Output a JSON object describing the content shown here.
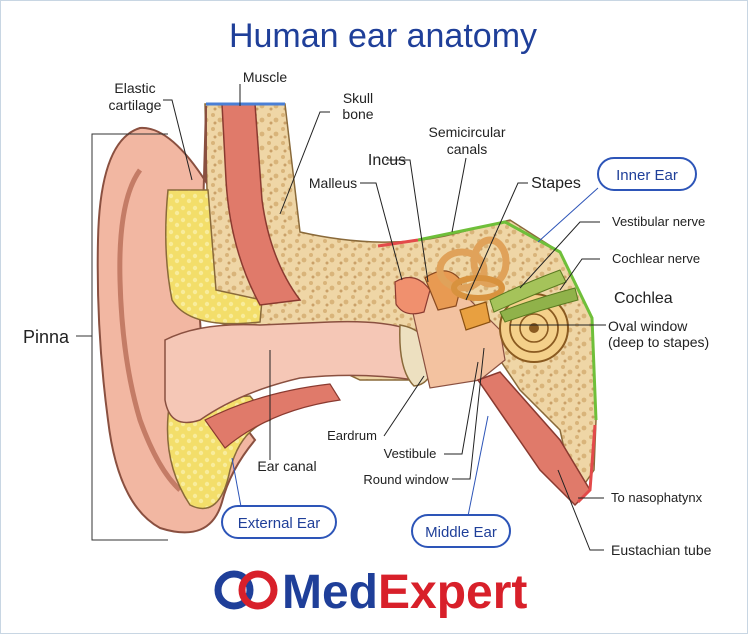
{
  "title": "Human ear anatomy",
  "labels": {
    "elastic_cartilage_1": "Elastic",
    "elastic_cartilage_2": "cartilage",
    "muscle": "Muscle",
    "skull_1": "Skull",
    "skull_2": "bone",
    "semicircular_1": "Semicircular",
    "semicircular_2": "canals",
    "incus": "Incus",
    "malleus": "Malleus",
    "stapes": "Stapes",
    "vestibular_nerve": "Vestibular nerve",
    "cochlear_nerve": "Cochlear nerve",
    "cochlea": "Cochlea",
    "oval_window_1": "Oval window",
    "oval_window_2": "(deep to stapes)",
    "pinna": "Pinna",
    "eardrum": "Eardrum",
    "vestibule": "Vestibule",
    "round_window": "Round window",
    "ear_canal": "Ear canal",
    "to_nasopharynx": "To nasophatynx",
    "eustachian_tube": "Eustachian tube"
  },
  "regions": {
    "inner_ear": "Inner Ear",
    "middle_ear": "Middle Ear",
    "external_ear": "External Ear"
  },
  "logo": {
    "part1": "Med",
    "part2": "Expert"
  },
  "colors": {
    "title": "#1f3f99",
    "pill_border": "#2d55b8",
    "inner_ear_line": "#6fbf3a",
    "middle_ear_line": "#e34a4a",
    "external_ear_line": "#4a7fd6",
    "logo_blue": "#1f3f99",
    "logo_red": "#d8202a"
  }
}
